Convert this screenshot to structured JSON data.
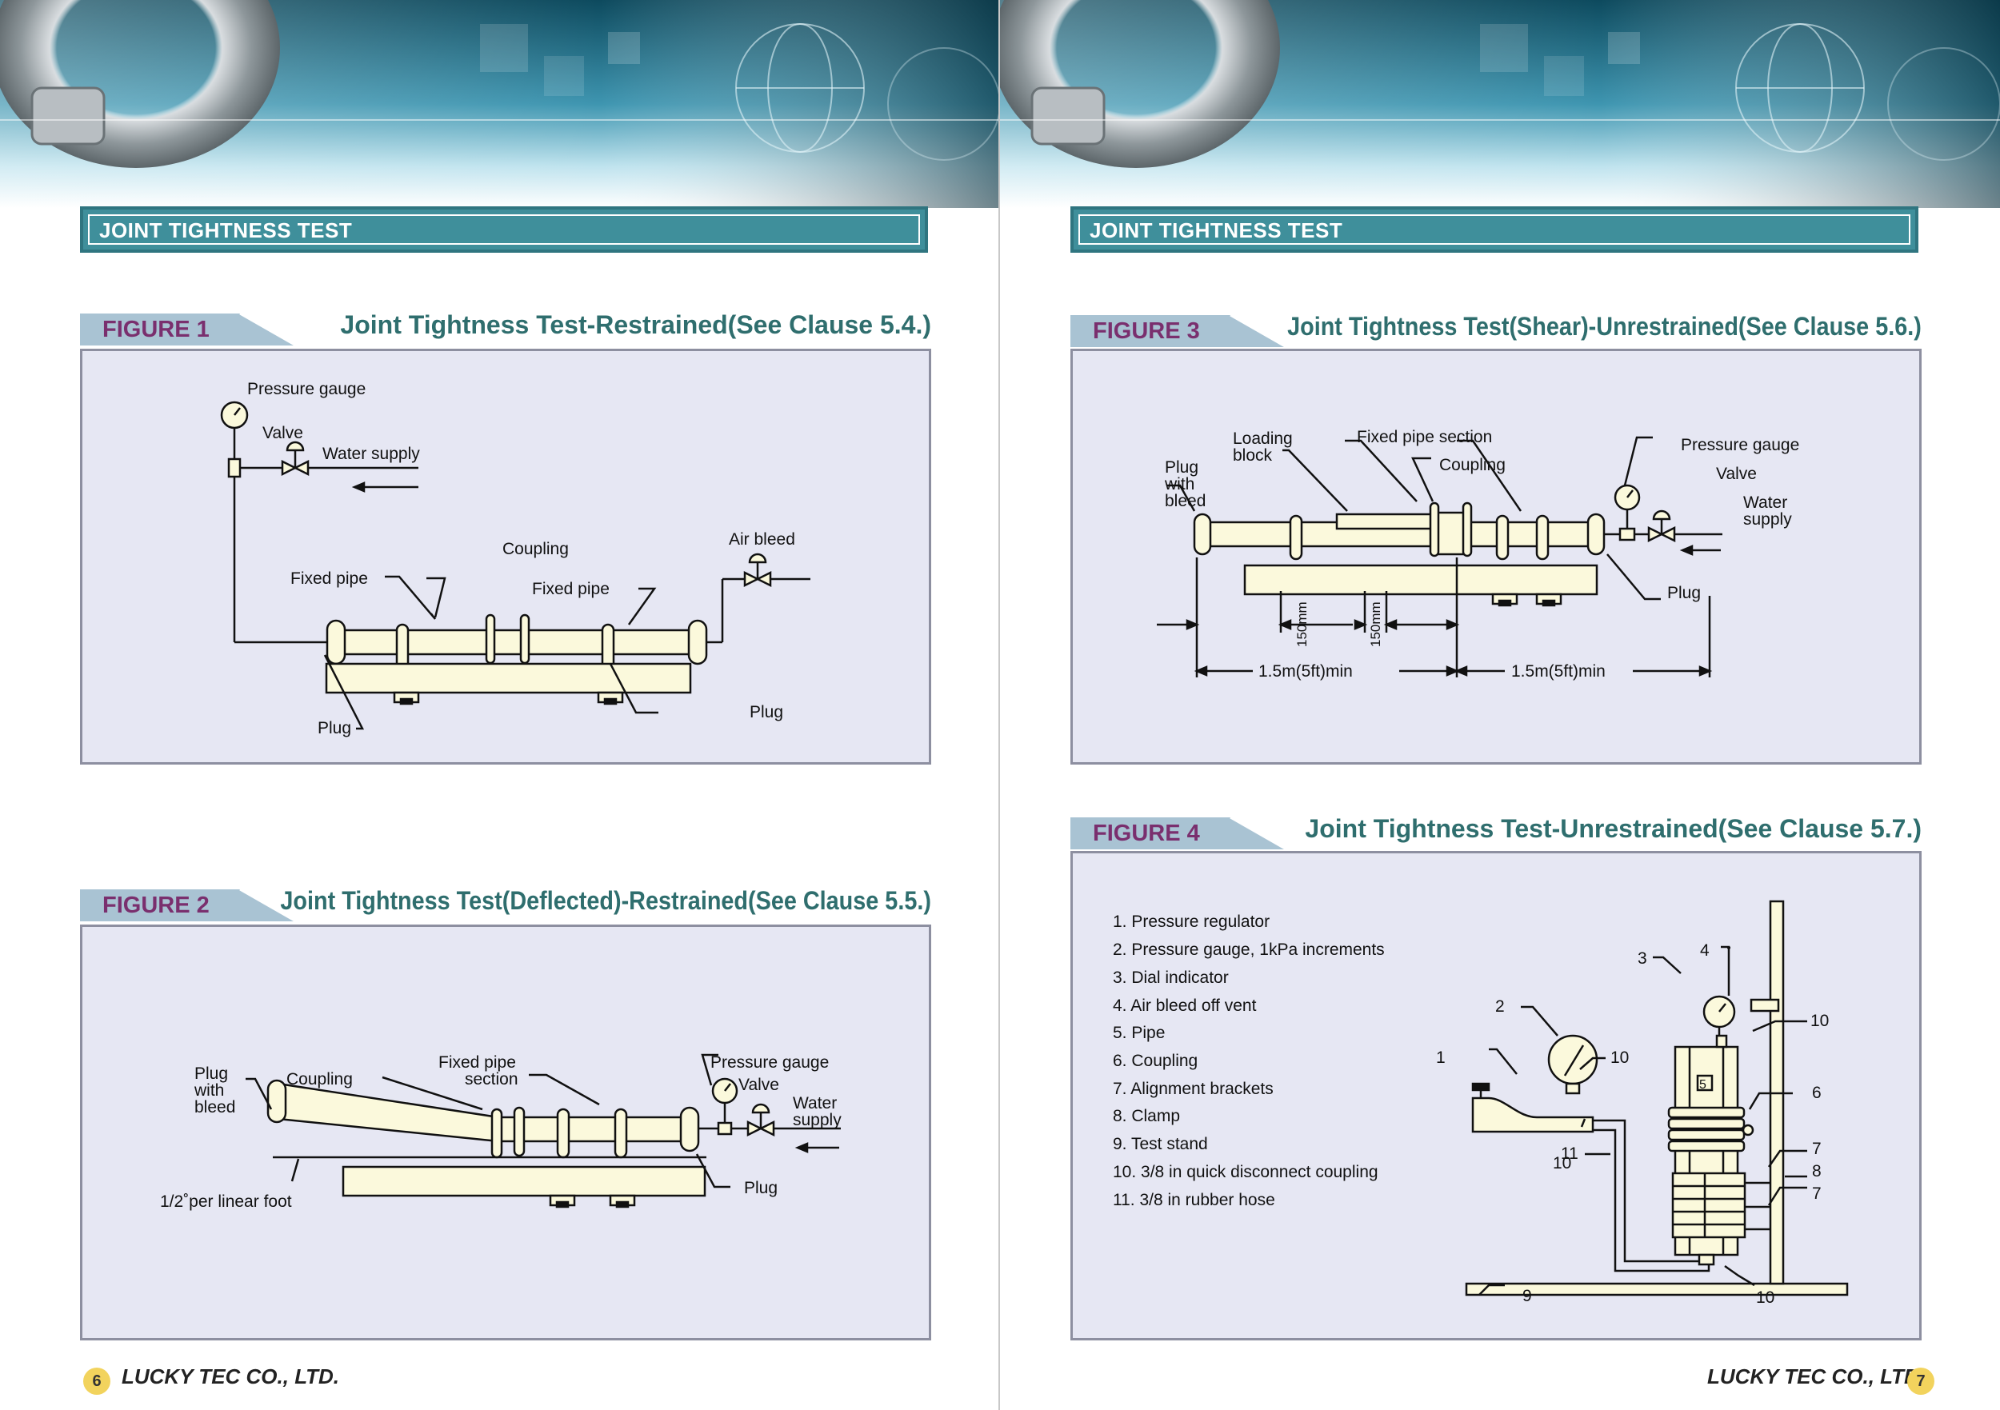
{
  "section_heading": "JOINT TIGHTNESS TEST",
  "footer": {
    "company": "LUCKY TEC CO., LTD.",
    "left_page_number": "6",
    "right_page_number": "7"
  },
  "figures": [
    {
      "tab": "FIGURE 1",
      "title": "Joint Tightness Test-Restrained(See Clause 5.4.)",
      "labels": {
        "pressure_gauge": "Pressure gauge",
        "valve": "Valve",
        "water_supply": "Water supply",
        "coupling": "Coupling",
        "air_bleed": "Air bleed",
        "fixed_pipe_left": "Fixed pipe",
        "fixed_pipe_right": "Fixed pipe",
        "plug_left": "Plug",
        "plug_right": "Plug"
      }
    },
    {
      "tab": "FIGURE 2",
      "title": "Joint Tightness Test(Deflected)-Restrained(See Clause 5.5.)",
      "labels": {
        "plug_with_bleed_1": "Plug",
        "plug_with_bleed_2": "with",
        "plug_with_bleed_3": "bleed",
        "coupling": "Coupling",
        "fixed_pipe_section_1": "Fixed pipe",
        "fixed_pipe_section_2": "section",
        "pressure_gauge": "Pressure gauge",
        "valve": "Valve",
        "water_supply_1": "Water",
        "water_supply_2": "supply",
        "deflection": "1/2˚per linear foot",
        "plug": "Plug"
      }
    },
    {
      "tab": "FIGURE 3",
      "title": "Joint Tightness Test(Shear)-Unrestrained(See Clause 5.6.)",
      "labels": {
        "loading_block_1": "Loading",
        "loading_block_2": "block",
        "fixed_pipe_section": "Fixed pipe section",
        "coupling": "Coupling",
        "pressure_gauge": "Pressure gauge",
        "valve": "Valve",
        "water_supply_1": "Water",
        "water_supply_2": "supply",
        "plug_with_bleed_1": "Plug",
        "plug_with_bleed_2": "with",
        "plug_with_bleed_3": "bleed",
        "plug": "Plug",
        "dim_150_a": "150mm",
        "dim_150_b": "150mm",
        "dim_len_left": "1.5m(5ft)min",
        "dim_len_right": "1.5m(5ft)min"
      }
    },
    {
      "tab": "FIGURE 4",
      "title": "Joint Tightness Test-Unrestrained(See Clause 5.7.)",
      "legend": [
        "1. Pressure regulator",
        "2. Pressure gauge, 1kPa increments",
        "3. Dial indicator",
        "4. Air bleed off vent",
        "5. Pipe",
        "6. Coupling",
        "7. Alignment brackets",
        "8. Clamp",
        "9. Test stand",
        "10. 3/8 in quick disconnect coupling",
        "11. 3/8 in rubber hose"
      ],
      "callouts": {
        "c1": "1",
        "c2": "2",
        "c3": "3",
        "c4": "4",
        "c5": "5",
        "c6": "6",
        "c7a": "7",
        "c7b": "7",
        "c8": "8",
        "c9": "9",
        "c10a": "10",
        "c10b": "10",
        "c10c": "10",
        "c10d": "10",
        "c11": "11"
      }
    }
  ],
  "colors": {
    "teal_bar": "#3f8f9b",
    "figure_bg": "#e6e7f3",
    "figure_tab": "#a9c3d3",
    "tab_text": "#7a2f6e",
    "title_text": "#2f6e6e",
    "pipe_fill": "#fbf9dc"
  }
}
